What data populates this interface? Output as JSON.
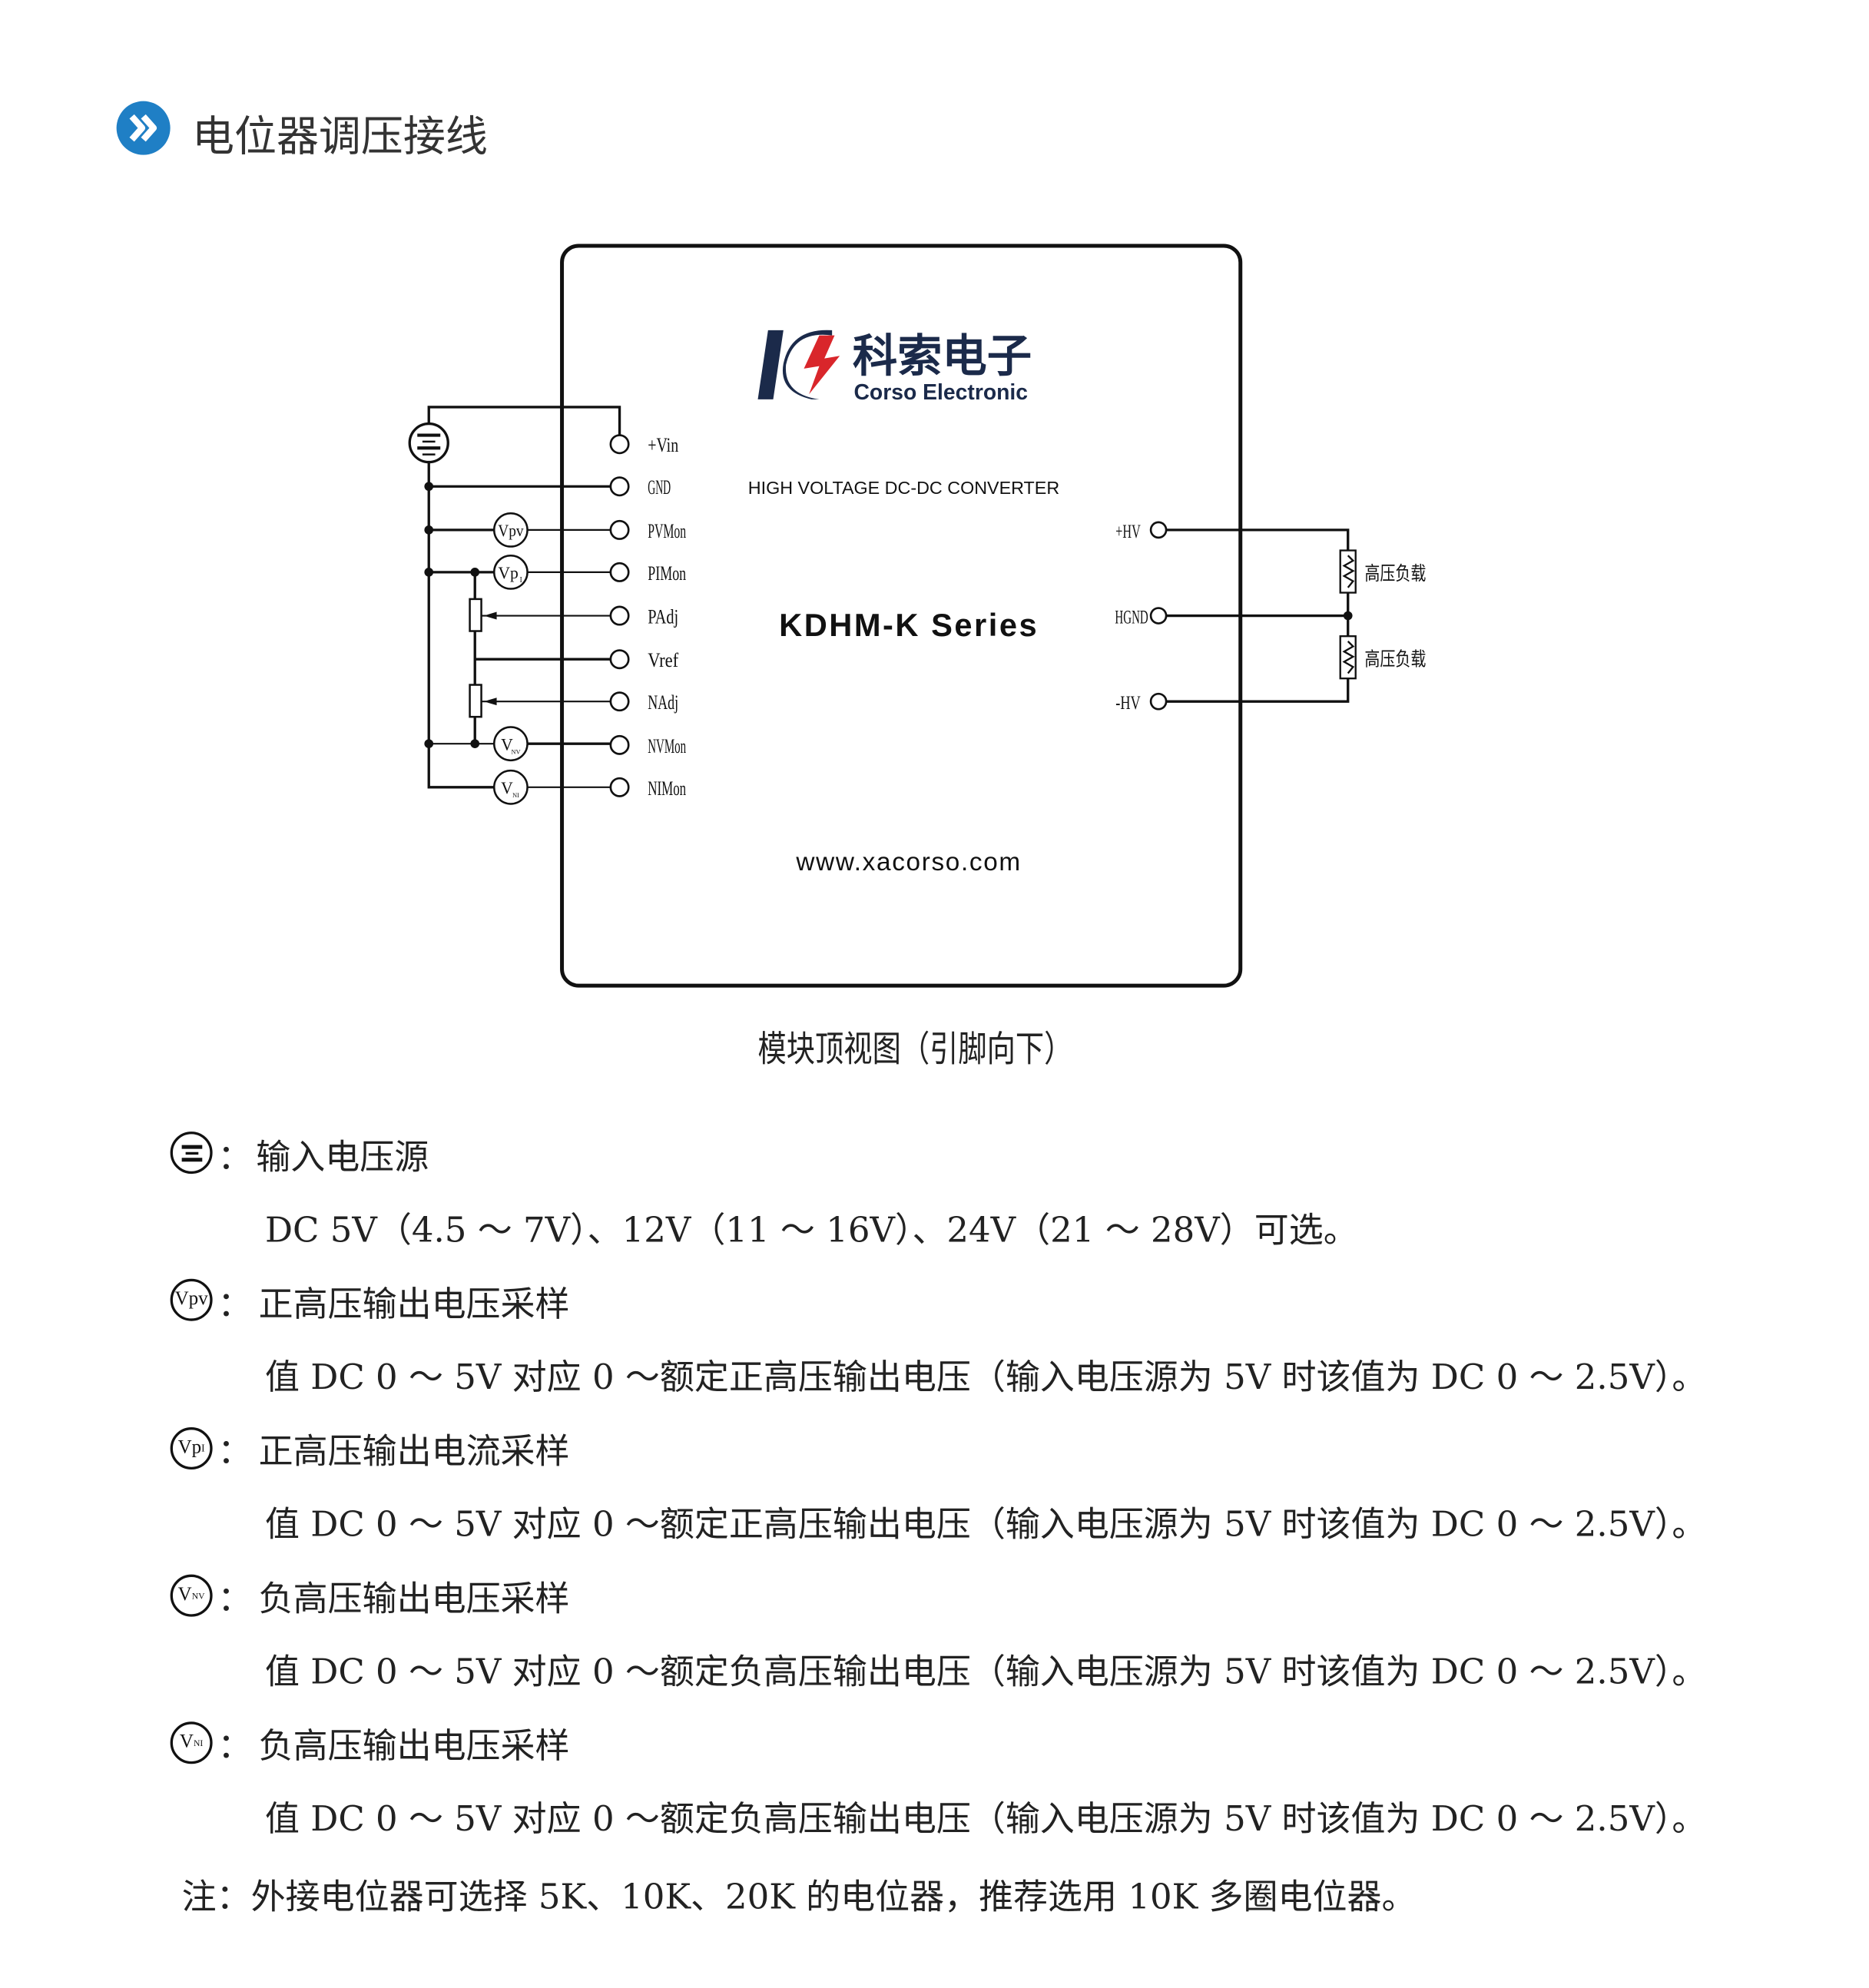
{
  "header": {
    "title": "电位器调压接线",
    "icon": "double-chevron-right-icon",
    "accent": "#1f7fc5"
  },
  "module": {
    "brand_cn": "科索电子",
    "brand_en": "Corso Electronic",
    "subtitle": "HIGH VOLTAGE DC-DC CONVERTER",
    "series": "KDHM-K Series",
    "website": "www.xacorso.com",
    "brand_color": "#1b2a4a",
    "logo_red": "#d9262b"
  },
  "pins_left": [
    "+Vin",
    "GND",
    "PVMon",
    "PIMon",
    "PAdj",
    "Vref",
    "NAdj",
    "NVMon",
    "NIMon"
  ],
  "pins_right": [
    "+HV",
    "HGND",
    "-HV"
  ],
  "meters": {
    "vpv": "Vpv",
    "vpi_main": "Vp",
    "vpi_sub": "I",
    "vnv_main": "V",
    "vnv_sub": "NV",
    "vni_main": "V",
    "vni_sub": "NI"
  },
  "loads": [
    "高压负载",
    "高压负载"
  ],
  "caption": "模块顶视图（引脚向下）",
  "legend": [
    {
      "symbol": "battery",
      "title": "输入电压源",
      "desc": "DC  5V（4.5  ～  7V）、12V（11  ～  16V）、24V（21  ～  28V）可选。"
    },
    {
      "symbol_main": "Vpv",
      "title": "正高压输出电压采样",
      "desc": "值 DC  0 ～ 5V 对应 0 ～额定正高压输出电压（输入电压源为 5V 时该值为 DC  0 ～ 2.5V）。"
    },
    {
      "symbol_main": "Vp",
      "symbol_sub": "I",
      "title": "正高压输出电流采样",
      "desc": "值 DC  0 ～ 5V 对应 0 ～额定正高压输出电压（输入电压源为 5V 时该值为 DC  0 ～ 2.5V）。"
    },
    {
      "symbol_main": "V",
      "symbol_sub": "NV",
      "title": "负高压输出电压采样",
      "desc": "值 DC  0 ～ 5V 对应 0 ～额定负高压输出电压（输入电压源为 5V 时该值为 DC  0 ～ 2.5V）。"
    },
    {
      "symbol_main": "V",
      "symbol_sub": "NI",
      "title": "负高压输出电压采样",
      "desc": "值 DC  0 ～ 5V 对应 0 ～额定负高压输出电压（输入电压源为 5V 时该值为 DC  0 ～ 2.5V）。"
    }
  ],
  "colon": "：",
  "note": "注：外接电位器可选择 5K、10K、20K 的电位器，推荐选用 10K 多圈电位器。"
}
